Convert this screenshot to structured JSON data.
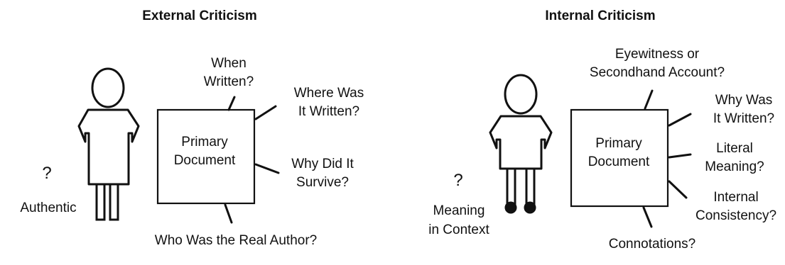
{
  "external": {
    "title": "External Criticism",
    "question_mark": "?",
    "figure_label": "Authentic",
    "document": [
      "Primary",
      "Document"
    ],
    "q_when": [
      "When",
      "Written?"
    ],
    "q_where": [
      "Where Was",
      "It Written?"
    ],
    "q_why_survive": [
      "Why Did It",
      "Survive?"
    ],
    "q_author": "Who Was the Real Author?"
  },
  "internal": {
    "title": "Internal Criticism",
    "question_mark": "?",
    "figure_label": [
      "Meaning",
      "in Context"
    ],
    "document": [
      "Primary",
      "Document"
    ],
    "q_eyewitness": [
      "Eyewitness or",
      "Secondhand Account?"
    ],
    "q_why_written": [
      "Why Was",
      "It Written?"
    ],
    "q_literal": [
      "Literal",
      "Meaning?"
    ],
    "q_consistency": [
      "Internal",
      "Consistency?"
    ],
    "q_connotations": "Connotations?"
  }
}
